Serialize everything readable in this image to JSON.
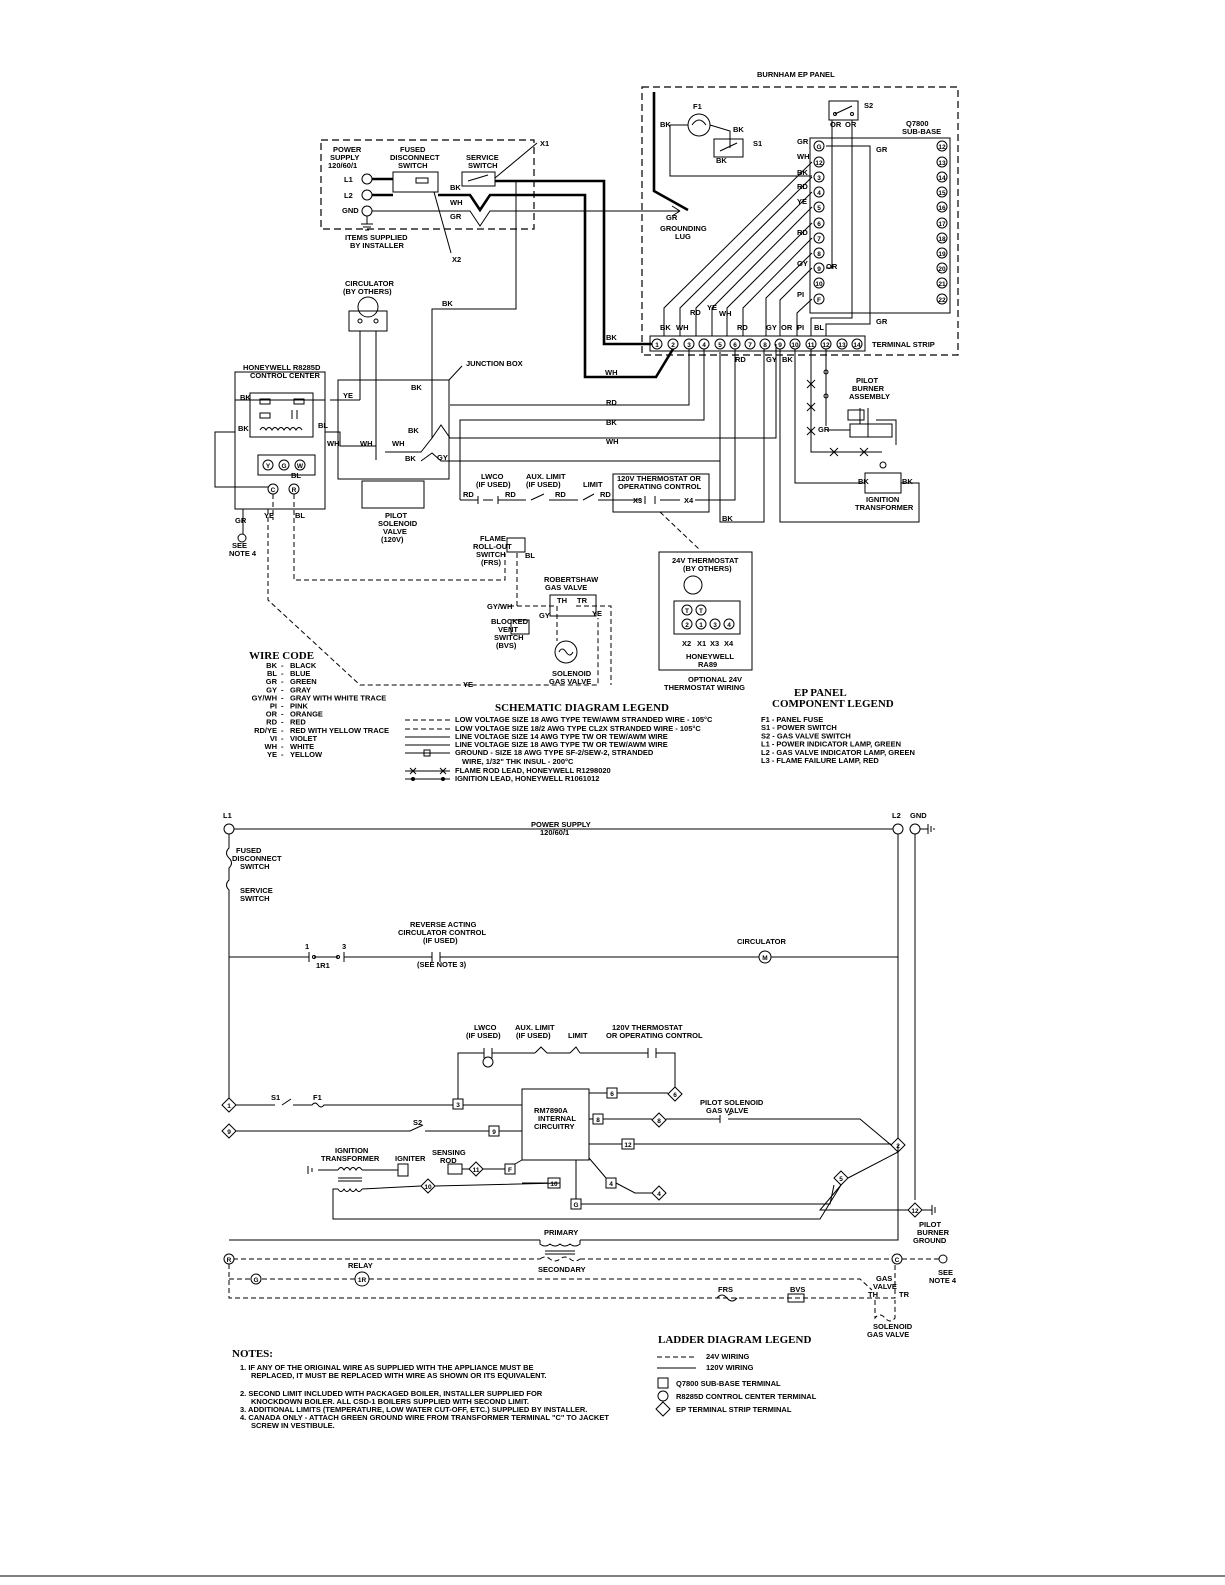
{
  "schematic": {
    "ep_panel_title": "BURNHAM EP PANEL",
    "q7800": [
      "Q7800",
      "SUB-BASE"
    ],
    "power_supply": [
      "POWER",
      "SUPPLY",
      "120/60/1"
    ],
    "fused_disconnect": [
      "FUSED",
      "DISCONNECT",
      "SWITCH"
    ],
    "service_switch": [
      "SERVICE",
      "SWITCH"
    ],
    "l1": "L1",
    "l2": "L2",
    "gnd": "GND",
    "x1": "X1",
    "x2": "X2",
    "items_supplied": [
      "ITEMS SUPPLIED",
      "BY INSTALLER"
    ],
    "grounding_lug": [
      "GROUNDING",
      "LUG"
    ],
    "circulator": [
      "CIRCULATOR",
      "(BY OTHERS)"
    ],
    "control_center": [
      "HONEYWELL R8285D",
      "CONTROL CENTER"
    ],
    "junction_box": "JUNCTION BOX",
    "pilot_solenoid": [
      "PILOT",
      "SOLENOID",
      "VALVE",
      "(120V)"
    ],
    "see_note_4": [
      "SEE",
      "NOTE 4"
    ],
    "terminal_strip": "TERMINAL STRIP",
    "pilot_burner": [
      "PILOT",
      "BURNER",
      "ASSEMBLY"
    ],
    "ignition_transformer": [
      "IGNITION",
      "TRANSFORMER"
    ],
    "thermostat_120": [
      "120V THERMOSTAT OR",
      "OPERATING CONTROL"
    ],
    "lwco": [
      "LWCO",
      "(IF USED)"
    ],
    "aux_limit": [
      "AUX. LIMIT",
      "(IF USED)"
    ],
    "limit": "LIMIT",
    "x3": "X3",
    "x4": "X4",
    "frs": [
      "FLAME",
      "ROLL-OUT",
      "SWITCH",
      "(FRS)"
    ],
    "robertshaw": [
      "ROBERTSHAW",
      "GAS VALVE"
    ],
    "bvs": [
      "BLOCKED",
      "VENT",
      "SWITCH",
      "(BVS)"
    ],
    "solenoid_gas_valve": [
      "SOLENOID",
      "GAS VALVE"
    ],
    "thermostat_24": [
      "24V THERMOSTAT",
      "(BY OTHERS)"
    ],
    "honeywell_ra89": [
      "HONEYWELL",
      "RA89"
    ],
    "optional_24v": [
      "OPTIONAL 24V",
      "THERMOSTAT WIRING"
    ],
    "f1": "F1",
    "s1": "S1",
    "s2": "S2"
  },
  "wire_code": {
    "title": "WIRE CODE",
    "entries": [
      {
        "code": "BK",
        "name": "BLACK"
      },
      {
        "code": "BL",
        "name": "BLUE"
      },
      {
        "code": "GR",
        "name": "GREEN"
      },
      {
        "code": "GY",
        "name": "GRAY"
      },
      {
        "code": "GY/WH",
        "name": "GRAY WITH WHITE TRACE"
      },
      {
        "code": "PI",
        "name": "PINK"
      },
      {
        "code": "OR",
        "name": "ORANGE"
      },
      {
        "code": "RD",
        "name": "RED"
      },
      {
        "code": "RD/YE",
        "name": "RED WITH YELLOW TRACE"
      },
      {
        "code": "VI",
        "name": "VIOLET"
      },
      {
        "code": "WH",
        "name": "WHITE"
      },
      {
        "code": "YE",
        "name": "YELLOW"
      }
    ]
  },
  "schematic_legend": {
    "title": "SCHEMATIC DIAGRAM LEGEND",
    "entries": [
      "LOW VOLTAGE SIZE 18 AWG TYPE TEW/AWM STRANDED WIRE - 105°C",
      "LOW VOLTAGE SIZE 18/2 AWG TYPE CL2X STRANDED WIRE - 105°C",
      "LINE VOLTAGE SIZE 14 AWG TYPE TW OR TEW/AWM WIRE",
      "LINE VOLTAGE SIZE 18 AWG TYPE TW OR TEW/AWM WIRE",
      "GROUND - SIZE 18 AWG TYPE SF-2/SEW-2, STRANDED",
      "WIRE, 1/32\" THK INSUL - 200°C",
      "FLAME ROD LEAD, HONEYWELL R1298020",
      "IGNITION LEAD, HONEYWELL R1061012"
    ]
  },
  "ep_legend": {
    "title": [
      "EP PANEL",
      "COMPONENT LEGEND"
    ],
    "entries": [
      "F1 - PANEL FUSE",
      "S1 - POWER SWITCH",
      "S2 - GAS VALVE SWITCH",
      "L1 - POWER INDICATOR LAMP, GREEN",
      "L2 - GAS VALVE INDICATOR LAMP, GREEN",
      "L3 - FLAME FAILURE LAMP, RED"
    ]
  },
  "ladder": {
    "l1": "L1",
    "l2": "L2",
    "gnd": "GND",
    "power_supply": [
      "POWER SUPPLY",
      "120/60/1"
    ],
    "fused_disconnect": [
      "FUSED",
      "DISCONNECT",
      "SWITCH"
    ],
    "service_switch": [
      "SERVICE",
      "SWITCH"
    ],
    "circ_control": [
      "REVERSE ACTING",
      "CIRCULATOR CONTROL",
      "(IF USED)"
    ],
    "see_note_3": "(SEE NOTE 3)",
    "circulator": "CIRCULATOR",
    "lwco": [
      "LWCO",
      "(IF USED)"
    ],
    "aux_limit": [
      "AUX. LIMIT",
      "(IF USED)"
    ],
    "limit": "LIMIT",
    "thermostat": [
      "120V THERMOSTAT",
      "OR OPERATING CONTROL"
    ],
    "rm7890a": [
      "RM7890A",
      "INTERNAL",
      "CIRCUITRY"
    ],
    "pilot_solenoid": [
      "PILOT SOLENOID",
      "GAS VALVE"
    ],
    "ignition_transformer": [
      "IGNITION",
      "TRANSFORMER"
    ],
    "igniter": "IGNITER",
    "sensing_rod": [
      "SENSING",
      "ROD"
    ],
    "pilot_burner_ground": [
      "PILOT",
      "BURNER",
      "GROUND"
    ],
    "primary": "PRIMARY",
    "secondary": "SECONDARY",
    "relay": "RELAY",
    "see_note_4": [
      "SEE",
      "NOTE 4"
    ],
    "frs": "FRS",
    "bvs": "BVS",
    "gas_valve": [
      "GAS",
      "VALVE"
    ],
    "solenoid_gas_valve": [
      "SOLENOID",
      "GAS VALVE"
    ]
  },
  "notes": {
    "title": "NOTES:",
    "entries": [
      [
        "1. IF ANY OF THE ORIGINAL WIRE AS SUPPLIED WITH THE APPLIANCE MUST BE",
        "REPLACED, IT MUST BE REPLACED WITH WIRE AS SHOWN OR ITS EQUIVALENT."
      ],
      [
        "2. SECOND LIMIT INCLUDED WITH PACKAGED BOILER, INSTALLER SUPPLIED FOR",
        "KNOCKDOWN BOILER. ALL CSD-1 BOILERS SUPPLIED WITH SECOND LIMIT."
      ],
      [
        "3. ADDITIONAL LIMITS (TEMPERATURE, LOW WATER CUT-OFF, ETC.) SUPPLIED BY INSTALLER."
      ],
      [
        "4. CANADA ONLY - ATTACH GREEN GROUND WIRE FROM TRANSFORMER TERMINAL \"C\" TO JACKET",
        "SCREW IN VESTIBULE."
      ]
    ]
  },
  "ladder_legend": {
    "title": "LADDER DIAGRAM LEGEND",
    "entries": [
      "24V WIRING",
      "120V WIRING",
      "Q7800 SUB-BASE TERMINAL",
      "R8285D CONTROL CENTER TERMINAL",
      "EP TERMINAL STRIP TERMINAL"
    ]
  }
}
